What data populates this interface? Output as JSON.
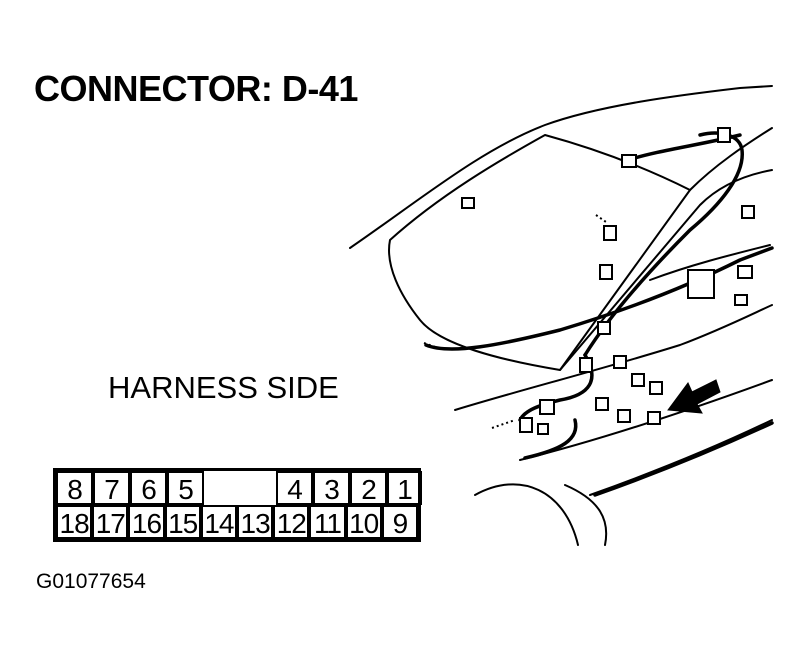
{
  "title": "CONNECTOR: D-41",
  "harness_label": "HARNESS SIDE",
  "figure_id": "G01077654",
  "connector": {
    "top_row": [
      "8",
      "7",
      "6",
      "5",
      "",
      "4",
      "3",
      "2",
      "1"
    ],
    "bottom_row": [
      "18",
      "17",
      "16",
      "15",
      "14",
      "13",
      "12",
      "11",
      "10",
      "9"
    ]
  }
}
